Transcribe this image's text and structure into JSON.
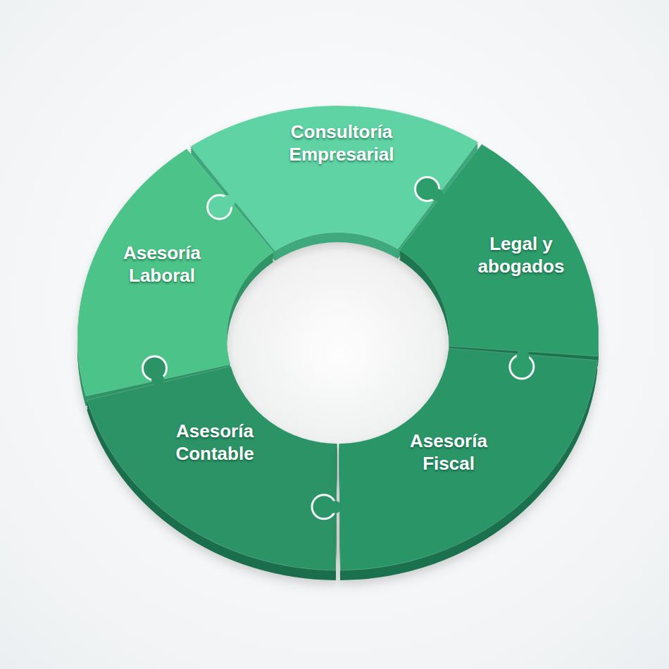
{
  "diagram": {
    "nodes": [
      {
        "text": [
          "Consultoría Empresarial"
        ]
      },
      {
        "text": [
          "Asesoría Laboral"
        ]
      },
      {
        "text": [
          "Legal y abogados"
        ]
      },
      {
        "text": [
          "Asesoría Contable"
        ]
      },
      {
        "text": [
          "Asesoría Fiscal"
        ]
      }
    ]
  }
}
